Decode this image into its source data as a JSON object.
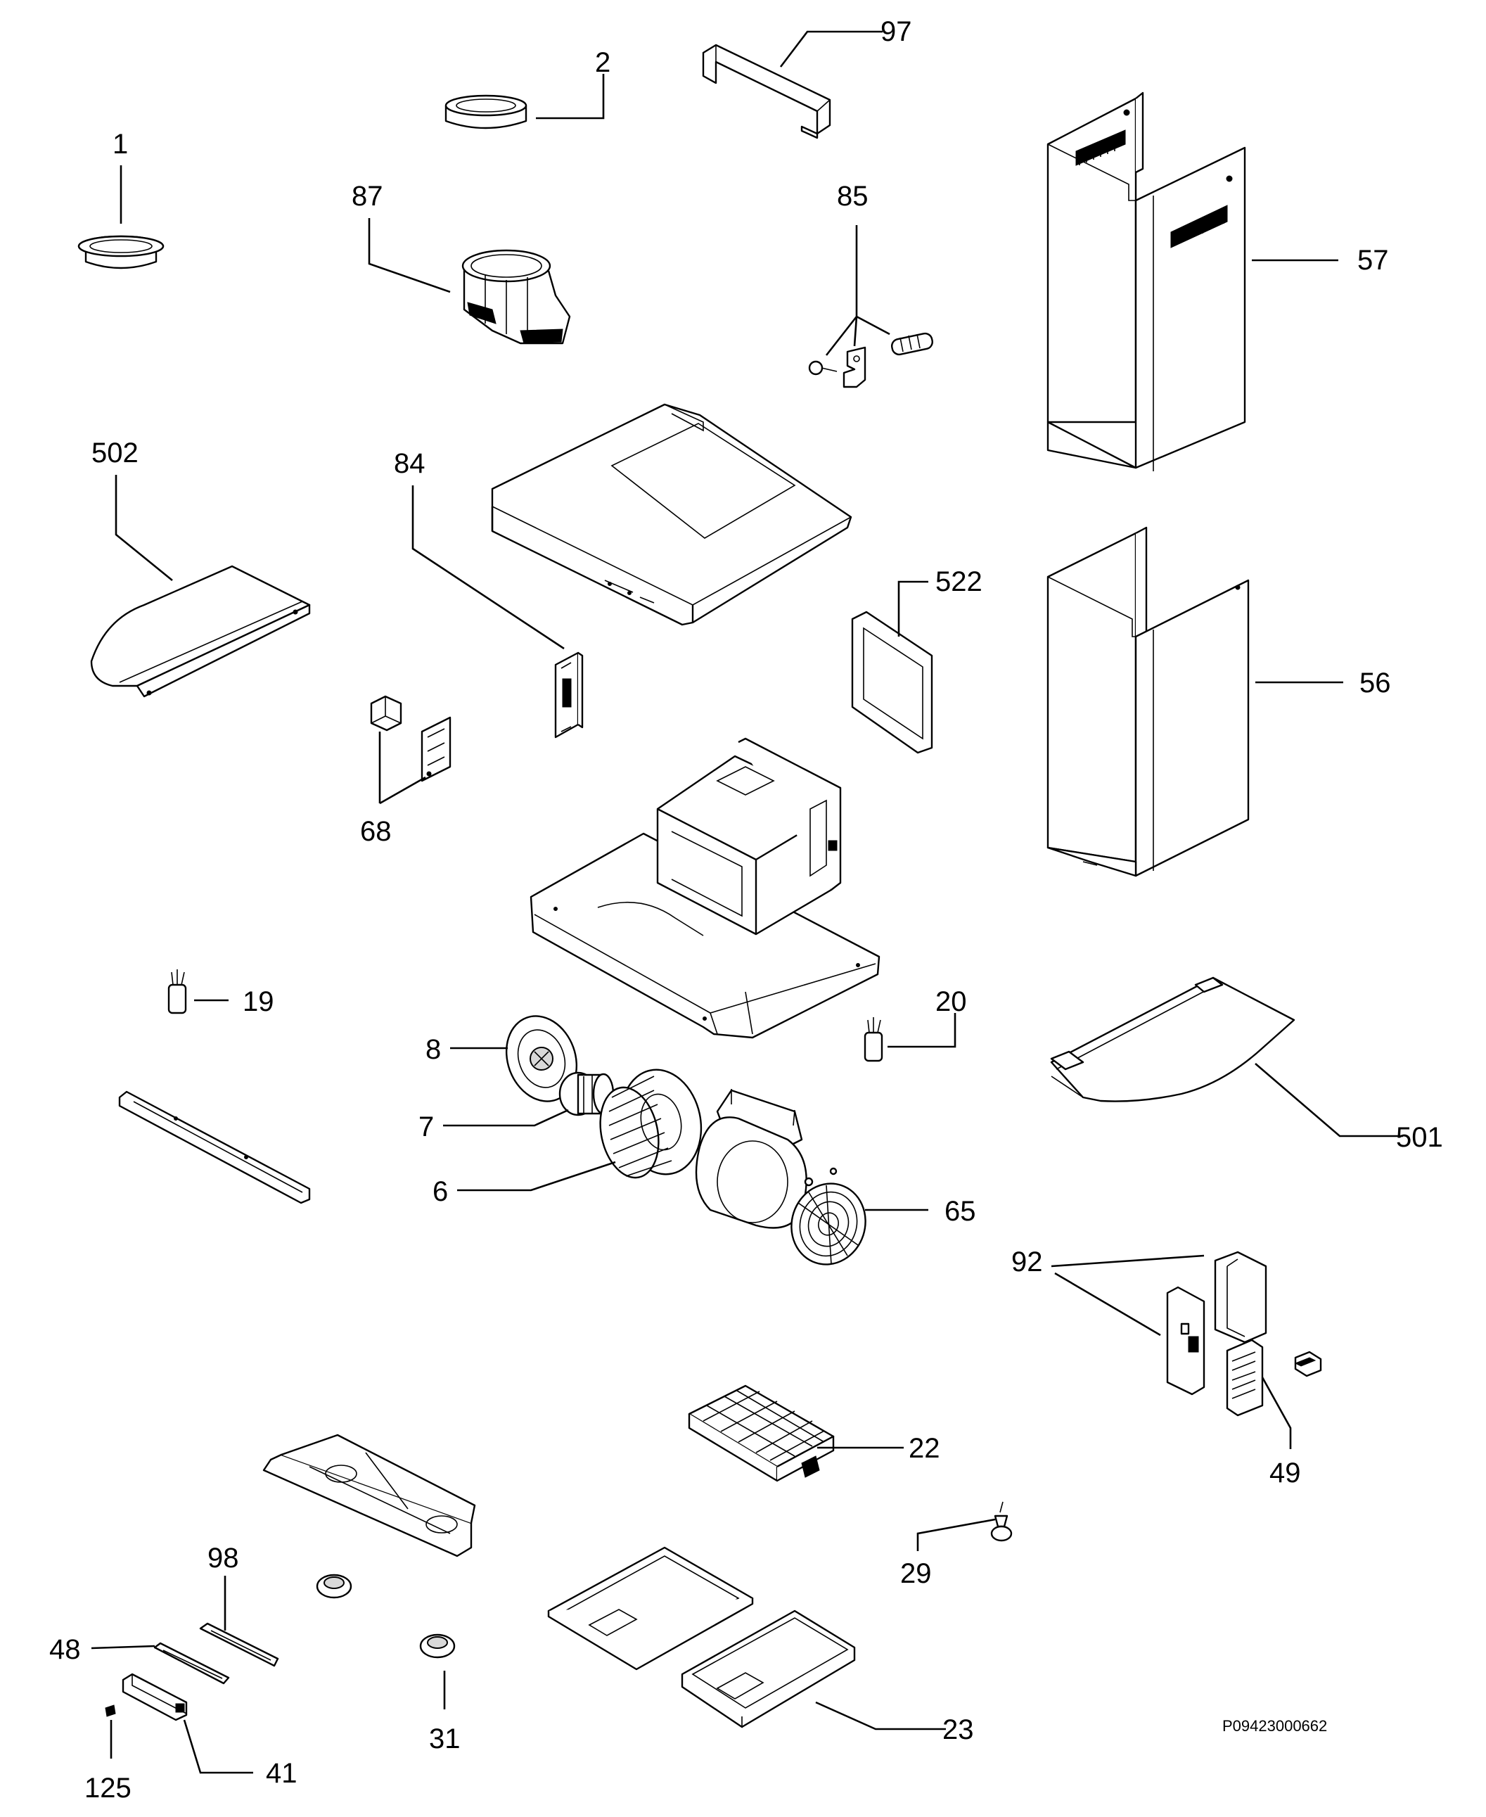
{
  "drawing_code": "P09423000662",
  "callouts": {
    "c1": "1",
    "c2": "2",
    "c97": "97",
    "c87": "87",
    "c85": "85",
    "c57": "57",
    "c502": "502",
    "c84": "84",
    "c522": "522",
    "c56": "56",
    "c68": "68",
    "c19": "19",
    "c20": "20",
    "c8": "8",
    "c7": "7",
    "c6": "6",
    "c65": "65",
    "c501": "501",
    "c92": "92",
    "c49": "49",
    "c22": "22",
    "c29": "29",
    "c98": "98",
    "c48": "48",
    "c125": "125",
    "c41": "41",
    "c31": "31",
    "c23": "23"
  }
}
